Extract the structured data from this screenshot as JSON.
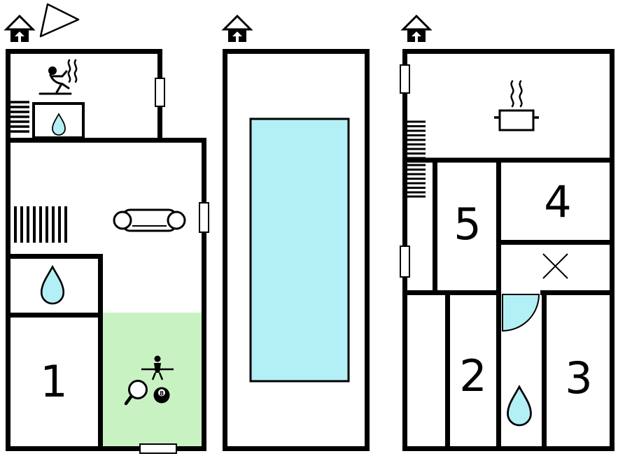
{
  "colors": {
    "wall": "#000000",
    "water": "#b3f0f6",
    "game_room": "#c9f2c3",
    "background": "#ffffff"
  },
  "rooms": {
    "r1": "1",
    "r2": "2",
    "r3": "3",
    "r4": "4",
    "r5": "5"
  },
  "game_room": {
    "billiard_ball_number": "8"
  }
}
